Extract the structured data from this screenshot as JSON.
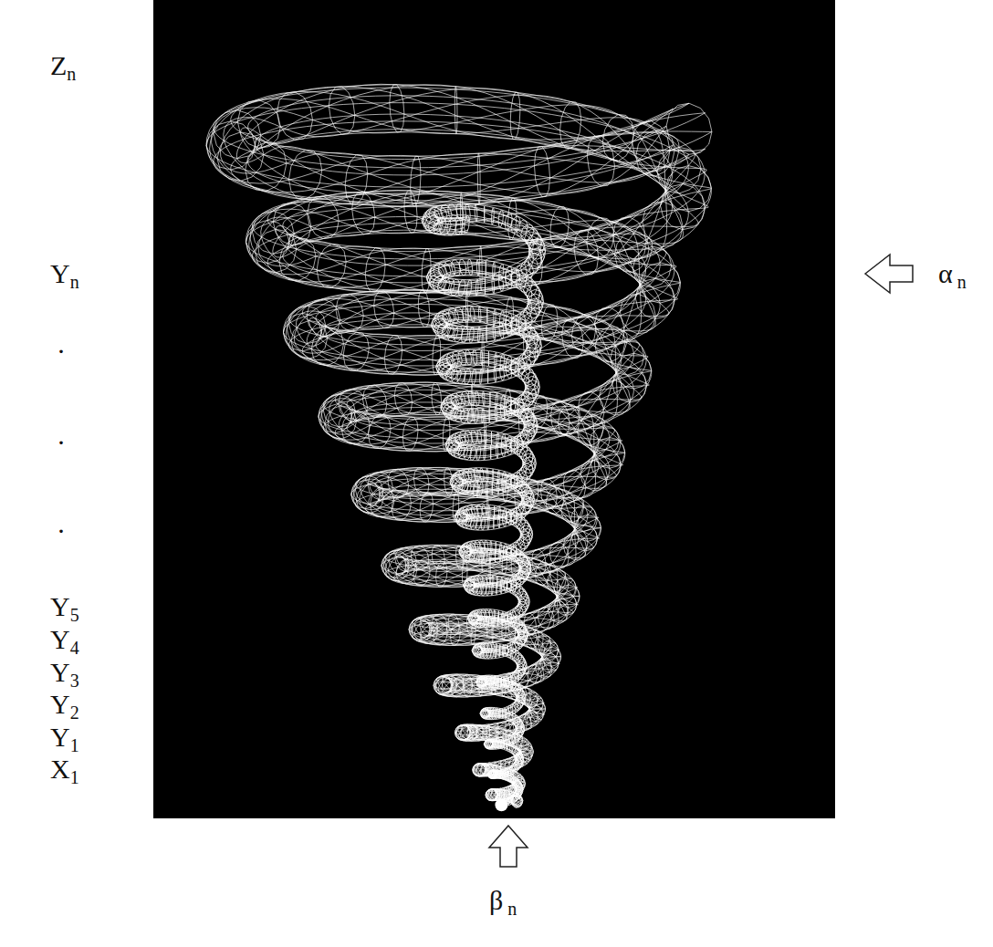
{
  "diagram": {
    "labels": [
      "Zn",
      "Yn",
      "·",
      "·",
      "·",
      "Y5",
      "Y4",
      "Y3",
      "Y2",
      "Y1",
      "X1",
      "α n",
      "β n"
    ]
  }
}
